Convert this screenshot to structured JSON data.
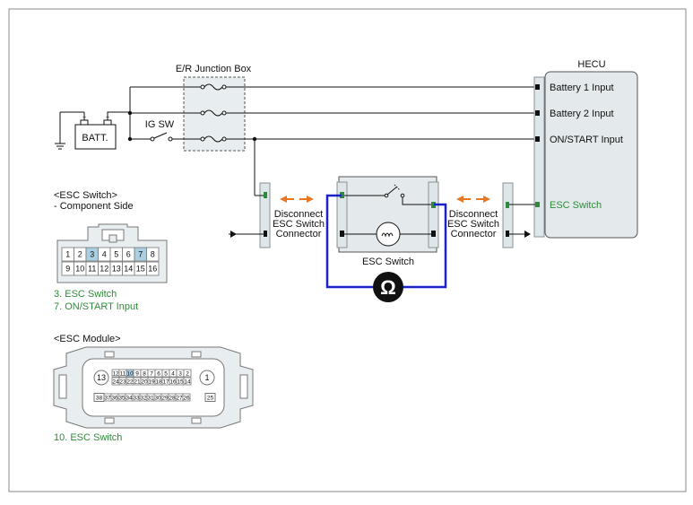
{
  "colors": {
    "wire": "#111111",
    "connector_fill": "#dfe6ea",
    "connector_stroke": "#8a9297",
    "pin_green": "#2e8b3a",
    "probe_wire": "#1b22c8",
    "disconnect_arrow": "#e87722",
    "highlight_pin": "#a9cfe0",
    "note_text": "#2e8b3a"
  },
  "diagram": {
    "junction_box_label": "E/R Junction Box",
    "battery_label": "BATT.",
    "ig_switch_label": "IG SW",
    "hecu_title": "HECU",
    "hecu_inputs": [
      "Battery 1 Input",
      "Battery 2 Input",
      "ON/START Input"
    ],
    "hecu_esc_label": "ESC Switch",
    "esc_switch_label": "ESC Switch",
    "ohmmeter_symbol": "Ω",
    "disconnect_left": [
      "Disconnect",
      "ESC Switch",
      "Connector"
    ],
    "disconnect_right": [
      "Disconnect",
      "ESC Switch",
      "Connector"
    ]
  },
  "esc_switch_connector": {
    "title": "<ESC Switch>",
    "subtitle": "- Component Side",
    "top_pins": [
      "1",
      "2",
      "3",
      "4",
      "5",
      "6",
      "7",
      "8"
    ],
    "bottom_pins": [
      "9",
      "10",
      "11",
      "12",
      "13",
      "14",
      "15",
      "16"
    ],
    "highlighted_pins": [
      "3",
      "7"
    ],
    "notes": [
      "3. ESC Switch",
      "7. ON/START Input"
    ]
  },
  "esc_module_connector": {
    "title": "<ESC Module>",
    "row1": [
      "12",
      "11",
      "10",
      "9",
      "8",
      "7",
      "6",
      "5",
      "4",
      "3",
      "2"
    ],
    "row2": [
      "24",
      "23",
      "22",
      "21",
      "20",
      "19",
      "18",
      "17",
      "16",
      "15",
      "14"
    ],
    "row3": [
      "37",
      "36",
      "35",
      "34",
      "33",
      "32",
      "31",
      "30",
      "29",
      "28",
      "27",
      "26"
    ],
    "left_top_pin": "13",
    "right_top_pin": "1",
    "left_bottom_pin": "38",
    "right_bottom_pin": "25",
    "highlighted_pins": [
      "10"
    ],
    "notes": [
      "10. ESC Switch"
    ]
  }
}
